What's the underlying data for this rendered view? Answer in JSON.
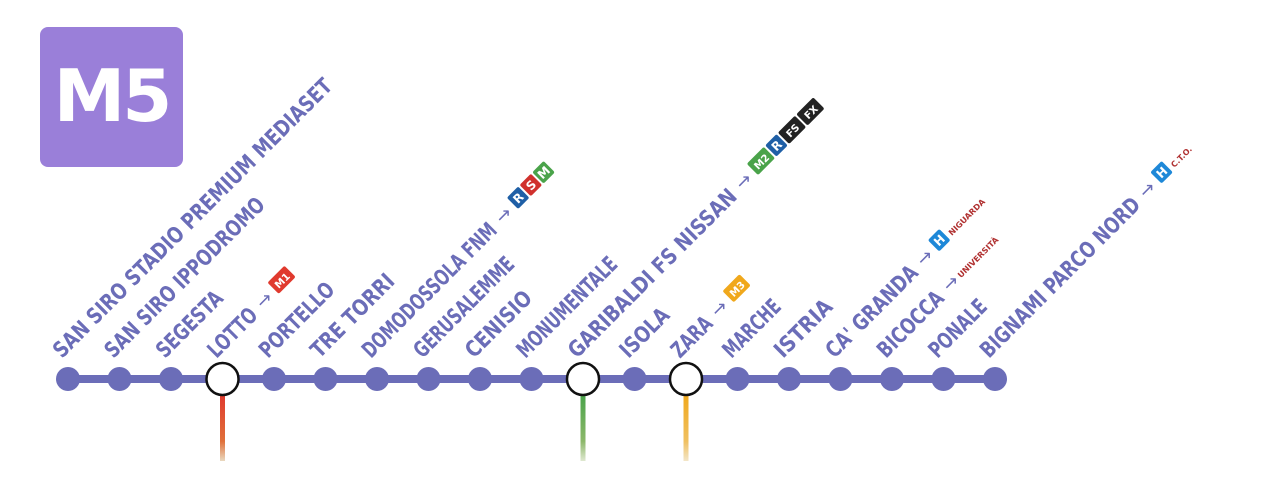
{
  "line": {
    "label": "M5",
    "color": "#6b6db8",
    "logo_color": "#9a7fd9"
  },
  "stations": [
    {
      "name": "SAN SIRO STADIO PREMIUM MEDIASET",
      "interchange": false
    },
    {
      "name": "SAN SIRO IPPODROMO",
      "interchange": false
    },
    {
      "name": "SEGESTA",
      "interchange": false
    },
    {
      "name": "LOTTO",
      "interchange": true,
      "connection_color": "#e03a2e",
      "badges": [
        {
          "label": "M1",
          "color": "#e03a2e",
          "icon": "metro-icon"
        }
      ]
    },
    {
      "name": "PORTELLO",
      "interchange": false
    },
    {
      "name": "TRE TORRI",
      "interchange": false
    },
    {
      "name": "DOMODOSSOLA FNM",
      "interchange": false,
      "badges": [
        {
          "label": "R",
          "color": "#1f5fa6",
          "icon": "regional-train-icon"
        },
        {
          "label": "S",
          "color": "#d0312d",
          "icon": "suburban-train-icon"
        },
        {
          "label": "M",
          "color": "#4aa34a",
          "icon": "malpensa-express-icon"
        }
      ]
    },
    {
      "name": "GERUSALEMME",
      "interchange": false
    },
    {
      "name": "CENISIO",
      "interchange": false
    },
    {
      "name": "MONUMENTALE",
      "interchange": false
    },
    {
      "name": "GARIBALDI FS NISSAN",
      "interchange": true,
      "connection_color": "#4aa34a",
      "badges": [
        {
          "label": "M2",
          "color": "#4aa34a",
          "icon": "metro-icon"
        },
        {
          "label": "R",
          "color": "#1f5fa6",
          "icon": "regional-train-icon"
        },
        {
          "label": "FS",
          "color": "#222222",
          "icon": "railway-icon"
        },
        {
          "label": "FX",
          "color": "#222222",
          "icon": "express-train-icon"
        }
      ]
    },
    {
      "name": "ISOLA",
      "interchange": false
    },
    {
      "name": "ZARA",
      "interchange": true,
      "connection_color": "#f0a81c",
      "badges": [
        {
          "label": "M3",
          "color": "#f0a81c",
          "icon": "metro-icon"
        }
      ]
    },
    {
      "name": "MARCHE",
      "interchange": false
    },
    {
      "name": "ISTRIA",
      "interchange": false
    },
    {
      "name": "CA' GRANDA",
      "interchange": false,
      "badges": [
        {
          "label": "H",
          "color": "#1e88d8",
          "icon": "hospital-icon"
        }
      ],
      "destination": "NIGUARDA"
    },
    {
      "name": "BICOCCA",
      "interchange": false,
      "destination": "UNIVERSITÀ"
    },
    {
      "name": "PONALE",
      "interchange": false
    },
    {
      "name": "BIGNAMI PARCO NORD",
      "interchange": false,
      "badges": [
        {
          "label": "H",
          "color": "#1e88d8",
          "icon": "hospital-icon"
        }
      ],
      "destination": "C.T.O."
    }
  ],
  "arrow_glyph": "→"
}
